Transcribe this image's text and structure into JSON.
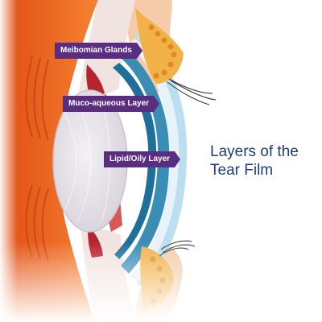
{
  "labels": {
    "meibomian": "Meibomian Glands",
    "muco": "Muco-aqueous Layer",
    "lipid": "Lipid/Oily Layer"
  },
  "title": {
    "line1": "Layers of the",
    "line2": "Tear Film"
  },
  "colors": {
    "label_bg": "#5a2d82",
    "title": "#1f3d7a",
    "eye_orange": "#ef6a1e",
    "lens": "#e8e4ea",
    "cornea_blue": "#3a8db5",
    "skin": "#f5c8a6"
  }
}
